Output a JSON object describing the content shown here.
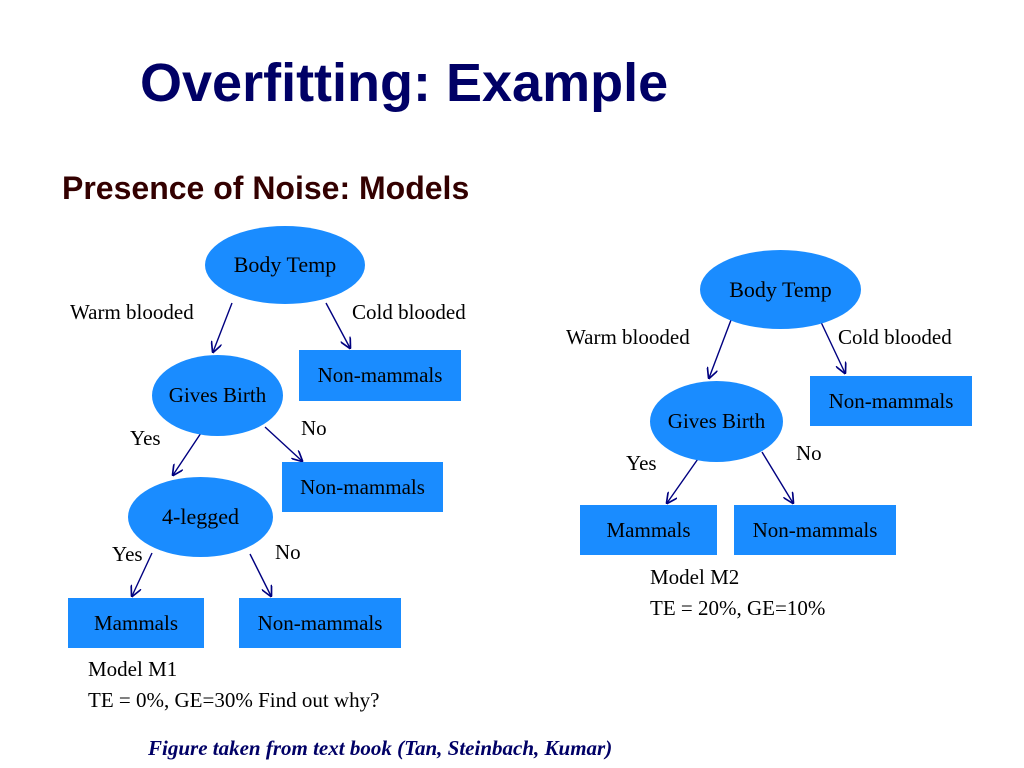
{
  "title": "Overfitting: Example",
  "subtitle": "Presence of Noise: Models",
  "m1": {
    "root": "Body Temp",
    "warm": "Warm blooded",
    "cold": "Cold blooded",
    "cold_leaf": "Non-mammals",
    "gives_birth": "Gives Birth",
    "gb_yes": "Yes",
    "gb_no": "No",
    "gb_no_leaf": "Non-mammals",
    "four_legged": "4-legged",
    "fl_yes": "Yes",
    "fl_no": "No",
    "fl_yes_leaf": "Mammals",
    "fl_no_leaf": "Non-mammals",
    "caption_line1": "Model M1",
    "caption_line2": "TE = 0%, GE=30% Find out why?"
  },
  "m2": {
    "root": "Body Temp",
    "warm": "Warm blooded",
    "cold": "Cold blooded",
    "cold_leaf": "Non-mammals",
    "gives_birth": "Gives Birth",
    "gb_yes": "Yes",
    "gb_no": "No",
    "gb_yes_leaf": "Mammals",
    "gb_no_leaf": "Non-mammals",
    "caption_line1": "Model M2",
    "caption_line2": "TE = 20%, GE=10%"
  },
  "footer": "Figure taken from text book (Tan, Steinbach, Kumar)",
  "colors": {
    "node_fill": "#1a8cff",
    "title": "#000066",
    "subtitle": "#330000",
    "edge": "#000080"
  }
}
